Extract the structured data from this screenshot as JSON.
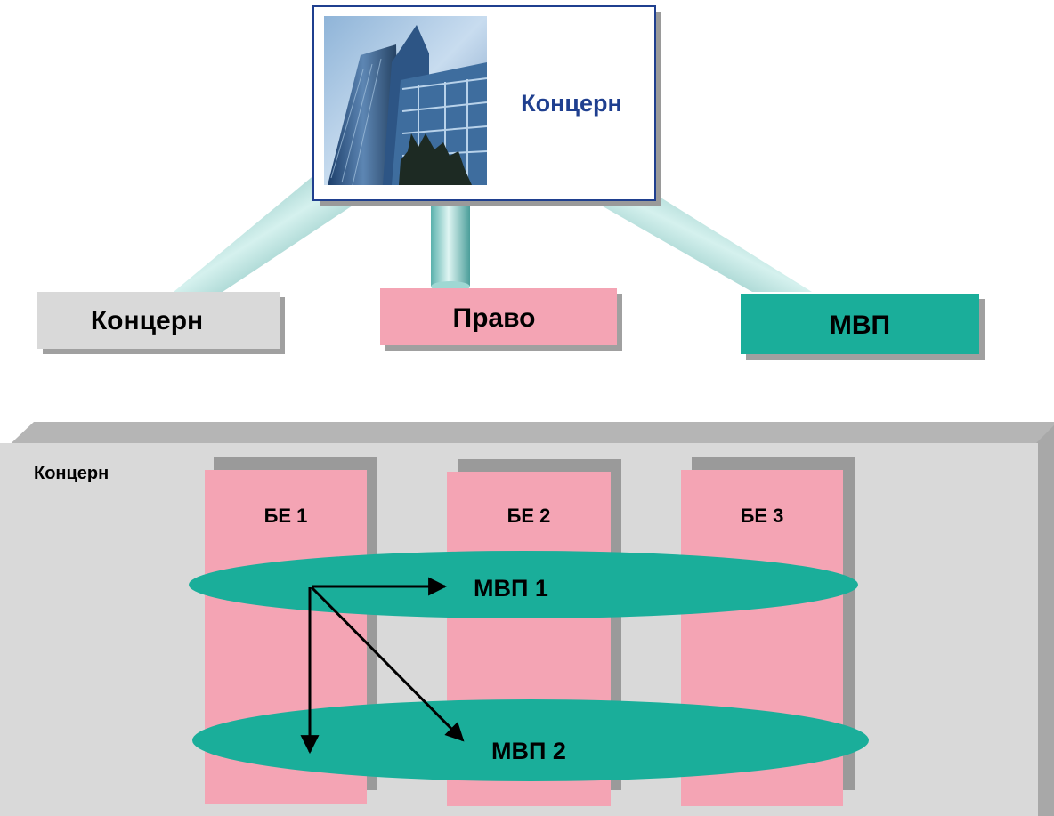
{
  "top_box": {
    "title": "Концерн"
  },
  "categories": [
    {
      "label": "Концерн",
      "color": "#d9d9d9"
    },
    {
      "label": "Право",
      "color": "#f4a4b4"
    },
    {
      "label": "МВП",
      "color": "#1aae9a"
    }
  ],
  "platform": {
    "label": "Концерн",
    "color": "#d9d9d9"
  },
  "units": [
    {
      "label": "БЕ 1"
    },
    {
      "label": "БЕ 2"
    },
    {
      "label": "БЕ 3"
    }
  ],
  "layers": [
    {
      "label": "МВП 1"
    },
    {
      "label": "МВП 2"
    }
  ],
  "colors": {
    "title_blue": "#1f3f8f",
    "unit_pink": "#f4a4b4",
    "layer_teal": "#1aae9a",
    "tube_teal": "#7ec8c4"
  }
}
